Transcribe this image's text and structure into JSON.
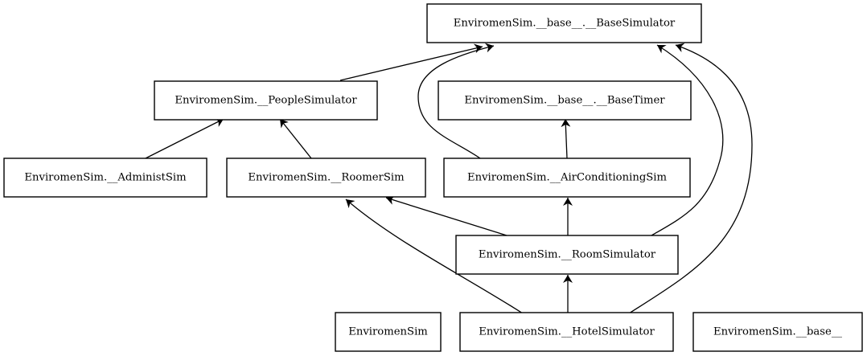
{
  "diagram": {
    "type": "class-inheritance-graph",
    "nodes": {
      "base_simulator": "EnviromenSim.__base__.__BaseSimulator",
      "people_simulator": "EnviromenSim.__PeopleSimulator",
      "base_timer": "EnviromenSim.__base__.__BaseTimer",
      "administ_sim": "EnviromenSim.__AdministSim",
      "roomer_sim": "EnviromenSim.__RoomerSim",
      "air_conditioning_sim": "EnviromenSim.__AirConditioningSim",
      "room_simulator": "EnviromenSim.__RoomSimulator",
      "enviromen_sim": "EnviromenSim",
      "hotel_simulator": "EnviromenSim.__HotelSimulator",
      "base_module": "EnviromenSim.__base__"
    },
    "edges": [
      {
        "from": "people_simulator",
        "to": "base_simulator"
      },
      {
        "from": "air_conditioning_sim",
        "to": "base_simulator"
      },
      {
        "from": "room_simulator",
        "to": "base_simulator"
      },
      {
        "from": "hotel_simulator",
        "to": "base_simulator"
      },
      {
        "from": "administ_sim",
        "to": "people_simulator"
      },
      {
        "from": "roomer_sim",
        "to": "people_simulator"
      },
      {
        "from": "air_conditioning_sim",
        "to": "base_timer"
      },
      {
        "from": "room_simulator",
        "to": "air_conditioning_sim"
      },
      {
        "from": "room_simulator",
        "to": "roomer_sim"
      },
      {
        "from": "hotel_simulator",
        "to": "roomer_sim"
      },
      {
        "from": "hotel_simulator",
        "to": "room_simulator"
      }
    ],
    "colors": {
      "stroke": "#000000",
      "fill": "#ffffff",
      "text": "#000000"
    }
  }
}
